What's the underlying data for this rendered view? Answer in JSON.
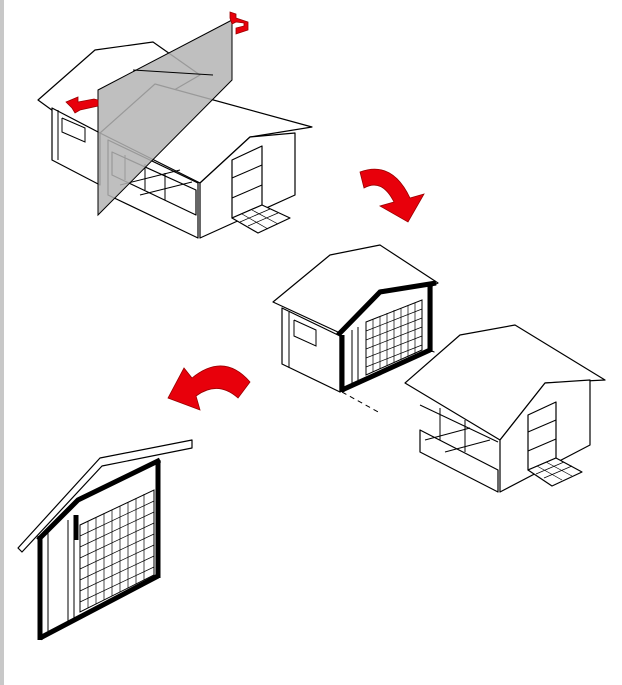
{
  "diagram": {
    "description_colors": {
      "arrow": "#e8000b",
      "cut_plane": "#b4b4b4",
      "line": "#000000",
      "border": "#c8c8c8"
    },
    "icons": [
      "section-cut-arrow",
      "rotate-arrow",
      "rotate-arrow"
    ]
  }
}
